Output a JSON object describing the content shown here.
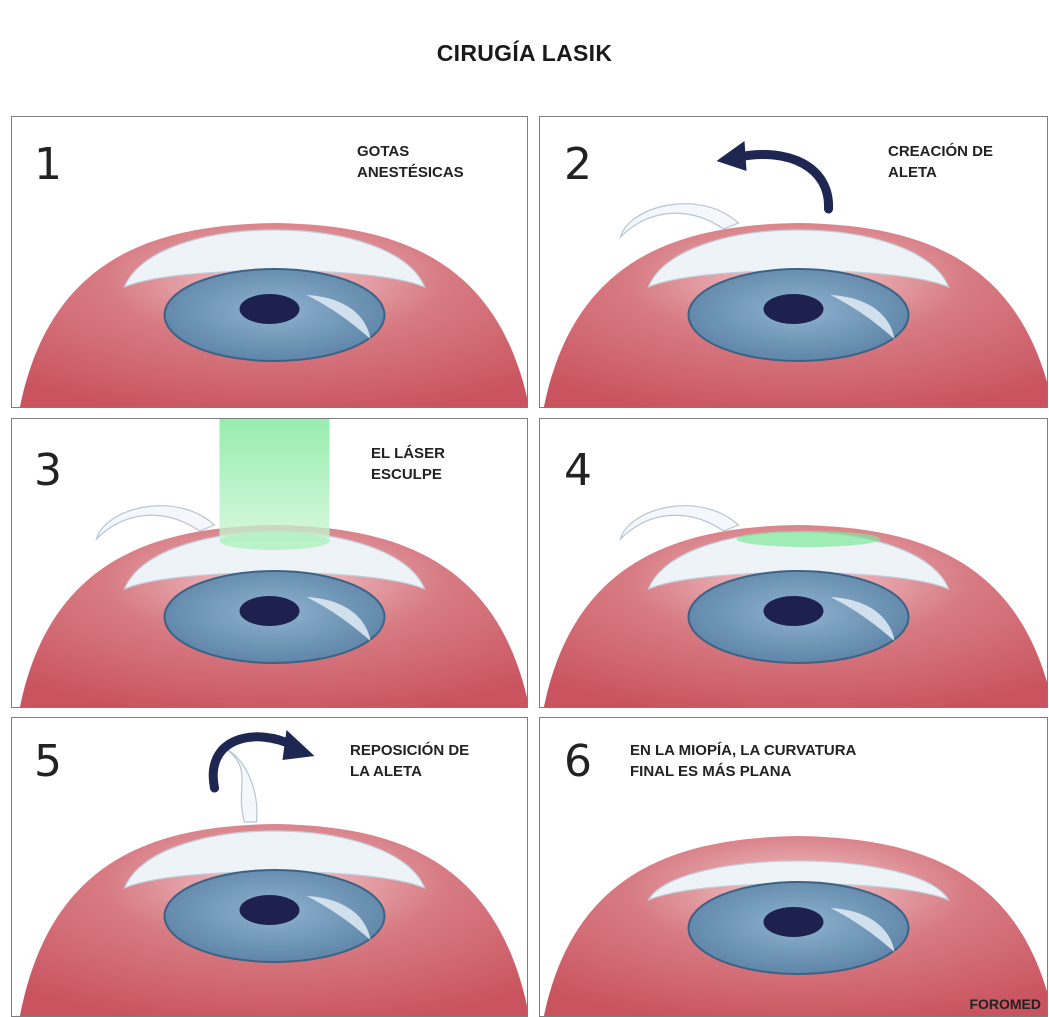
{
  "title": "CIRUGÍA LASIK",
  "panels": [
    {
      "number": "1",
      "caption": [
        "GOTAS",
        "ANESTÉSICAS"
      ]
    },
    {
      "number": "2",
      "caption": [
        "CREACIÓN DE",
        "ALETA"
      ]
    },
    {
      "number": "3",
      "caption": [
        "EL LÁSER",
        "ESCULPE"
      ]
    },
    {
      "number": "4",
      "caption": []
    },
    {
      "number": "5",
      "caption": [
        "REPOSICIÓN DE",
        "LA ALETA"
      ]
    },
    {
      "number": "6",
      "caption": [
        "EN LA MIOPÍA, LA CURVATURA",
        "FINAL ES MÁS PLANA"
      ]
    }
  ],
  "credit": "FOROMED",
  "colors": {
    "eyeball": "#c9545f",
    "iris": "#5a82a5",
    "pupil": "#1e2150",
    "cornea": "#eef3f8",
    "laser": "#7ee89a",
    "arrow": "#1e2752",
    "border": "#7d7d7d"
  }
}
